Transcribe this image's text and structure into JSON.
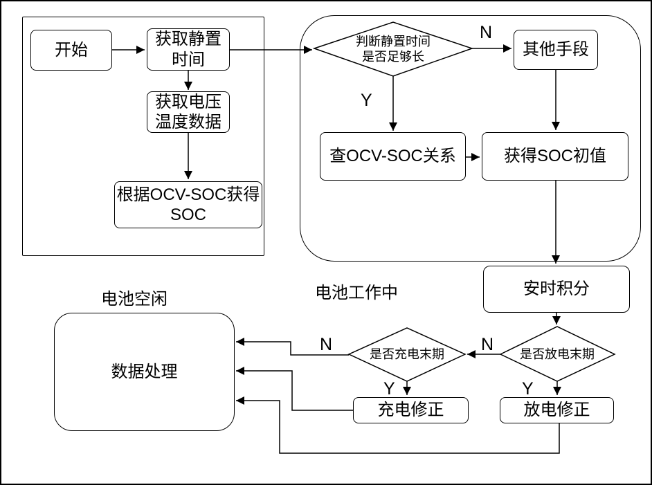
{
  "diagram": {
    "type": "flowchart",
    "colors": {
      "stroke": "#000000",
      "background": "#ffffff"
    },
    "nodes": {
      "start": "开始",
      "get_rest_time": "获取静置\n时间",
      "get_voltage_temp": "获取电压\n温度数据",
      "soc_from_ocv": "根据OCV-SOC获得\nSOC",
      "judge_rest_time": "判断静置时间\n是否足够长",
      "other_means": "其他手段",
      "lookup_ocv_soc": "查OCV-SOC关系",
      "initial_soc": "获得SOC初值",
      "ah_integration": "安时积分",
      "data_processing": "数据处理",
      "is_charge_end": "是否充电末期",
      "is_discharge_end": "是否放电末期",
      "charge_correction": "充电修正",
      "discharge_correction": "放电修正"
    },
    "section_labels": {
      "battery_idle": "电池空闲",
      "battery_working": "电池工作中"
    },
    "branch_labels": {
      "judge_n": "N",
      "judge_y": "Y",
      "charge_n": "N",
      "charge_y": "Y",
      "discharge_n": "N",
      "discharge_y": "Y"
    }
  }
}
